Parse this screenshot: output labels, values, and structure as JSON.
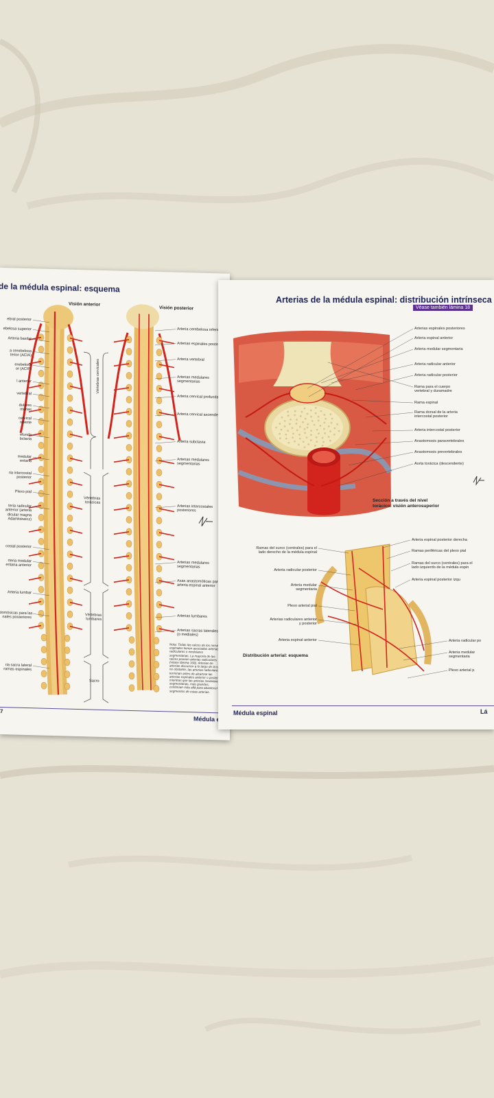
{
  "left_page": {
    "header": "de la médula espinal: esquema",
    "view_anterior": "Visión anterior",
    "view_posterior": "Visión posterior",
    "left_labels": [
      "ebral posterior",
      "ebelosa superior",
      "Arteria basilar",
      "a cerebelosa\nterior (ACIA)",
      "erebelosa\nor (ACIP)",
      "l anterior",
      "vertebral",
      "dulares\nntarias",
      "cervical\nndente",
      "efunda\nbclavia",
      "medular\nentaria",
      "ria intercostal\nposterior",
      "Plexo pial",
      "teria radicular\nanterior (arteria\ndicular magna\nAdamkiewicz)",
      "costal posterior",
      "rteria medular\nentaria anterior",
      "Arteria lumbar",
      "stomósicas para las\nnales posteriores",
      "ria sacra lateral\nramas espinales"
    ],
    "region_labels": {
      "cervical": "Vértebras cervicales",
      "thoracic": "Vértebras\ntorácicas",
      "lumbar": "Vértebras\nlumbares",
      "sacrum": "Sacro"
    },
    "right_labels": [
      "Arteria cerebelosa inferior pos",
      "Arterias espinales posteriores",
      "Arteria vertebral",
      "Arterias medulares\nsegmentarias",
      "Arteria cervical profunda",
      "Arteria cervical ascendente",
      "Arteria subclavia",
      "Arterias medulares\nsegmentarias",
      "Arterias intercostales\nposteriores",
      "Arterias medulares\nsegmentarias",
      "Asas anastomóticas para la\narteria espinal anterior",
      "Arterias lumbares",
      "Arterias sacras laterales\n(o mediales)"
    ],
    "note": "Nota: Todas las raíces de los nervios espinales tienen asociadas arterias radiculares o medulares segmentarias. La mayoría de las raíces poseen arterias radiculares (véase lámina 168). Arterias de arterias discurren a lo largo de la raíz no obstante, las arterias radiculares terminan antes de alcanzar las arterias espinales anterior o posterior, mientras que las arterias medulares segmentarias, más grandes, continúan más allá para abastecer segmentos de estas arterias.",
    "footer": "Médula espi",
    "page_number": "7"
  },
  "right_page": {
    "header": "Arterias de la médula espinal: distribución intrínseca",
    "badge": "Véase también lámina 18",
    "section_caption": "Sección a través del nivel\ntorácico: visión anterosuperior",
    "section_labels": [
      "Arterias espinales posteriores",
      "Arteria espinal anterior",
      "Arteria medular segmentaria",
      "Arteria radicular anterior",
      "Arteria radicular posterior",
      "Rama para el cuerpo\nvertebral y duramadre",
      "Rama espinal",
      "Rama dorsal de la arteria\nintercostal posterior",
      "Arteria intercostal posterior",
      "Anastomosis paravertebrales",
      "Anastomosis prevertebrales",
      "Aorta torácica (descendente)"
    ],
    "schema_left_labels": [
      "Ramas del surco (centrales) para el\nlado derecho de la médula espinal",
      "Arteria radicular posterior",
      "Arteria medular\nsegmentaria",
      "Plexo arterial pial",
      "Arterias radiculares anterior\ny posterior",
      "Arteria espinal anterior"
    ],
    "schema_right_labels": [
      "Arteria espinal posterior derecha",
      "Ramas periféricas del plexo pial",
      "Ramas del surco (centrales) para el\nlado izquierdo de la médula espin",
      "Arteria espinal posterior izqu",
      "Arteria radicular po",
      "Arteria medular\nsegmentaria",
      "Plexo arterial p"
    ],
    "schema_caption": "Distribución arterial: esquema",
    "footer_left": "Médula espinal",
    "footer_right": "Lá"
  },
  "colors": {
    "artery": "#d2231c",
    "cord": "#e9c16a",
    "bone": "#efe3b8",
    "header_blue": "#1d2355",
    "badge_purple": "#5b2f8e",
    "cloth": "#e7e3d6"
  }
}
